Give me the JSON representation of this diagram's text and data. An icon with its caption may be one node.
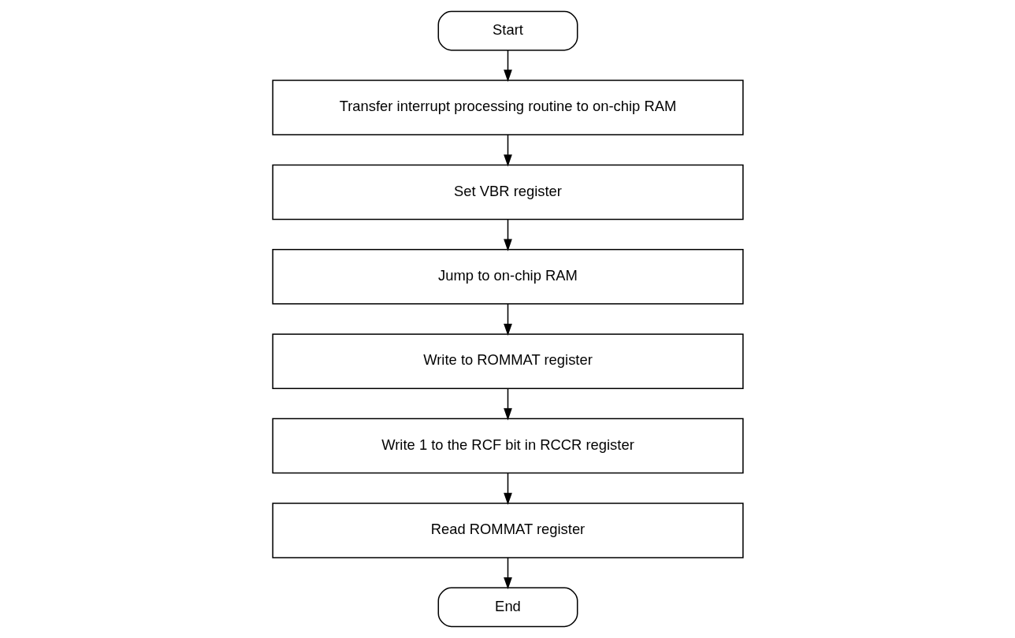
{
  "diagram": {
    "nodes": [
      {
        "text": [
          "Start"
        ]
      },
      {
        "text": [
          "Transfer interrupt processing routine to on-chip RAM"
        ]
      },
      {
        "text": [
          "Set VBR register"
        ]
      },
      {
        "text": [
          "Jump to on-chip RAM"
        ]
      },
      {
        "text": [
          "Write to ROMMAT register"
        ]
      },
      {
        "text": [
          "Write 1 to the RCF bit in RCCR register"
        ]
      },
      {
        "text": [
          "Read ROMMAT register"
        ]
      },
      {
        "text": [
          "End"
        ]
      }
    ],
    "edges": [
      {
        "from": 0,
        "to": 1,
        "arrow": "to"
      },
      {
        "from": 1,
        "to": 2,
        "arrow": "to"
      },
      {
        "from": 2,
        "to": 3,
        "arrow": "to"
      },
      {
        "from": 3,
        "to": 4,
        "arrow": "to"
      },
      {
        "from": 4,
        "to": 5,
        "arrow": "to"
      },
      {
        "from": 5,
        "to": 6,
        "arrow": "to"
      },
      {
        "from": 6,
        "to": 7,
        "arrow": "to"
      }
    ]
  }
}
